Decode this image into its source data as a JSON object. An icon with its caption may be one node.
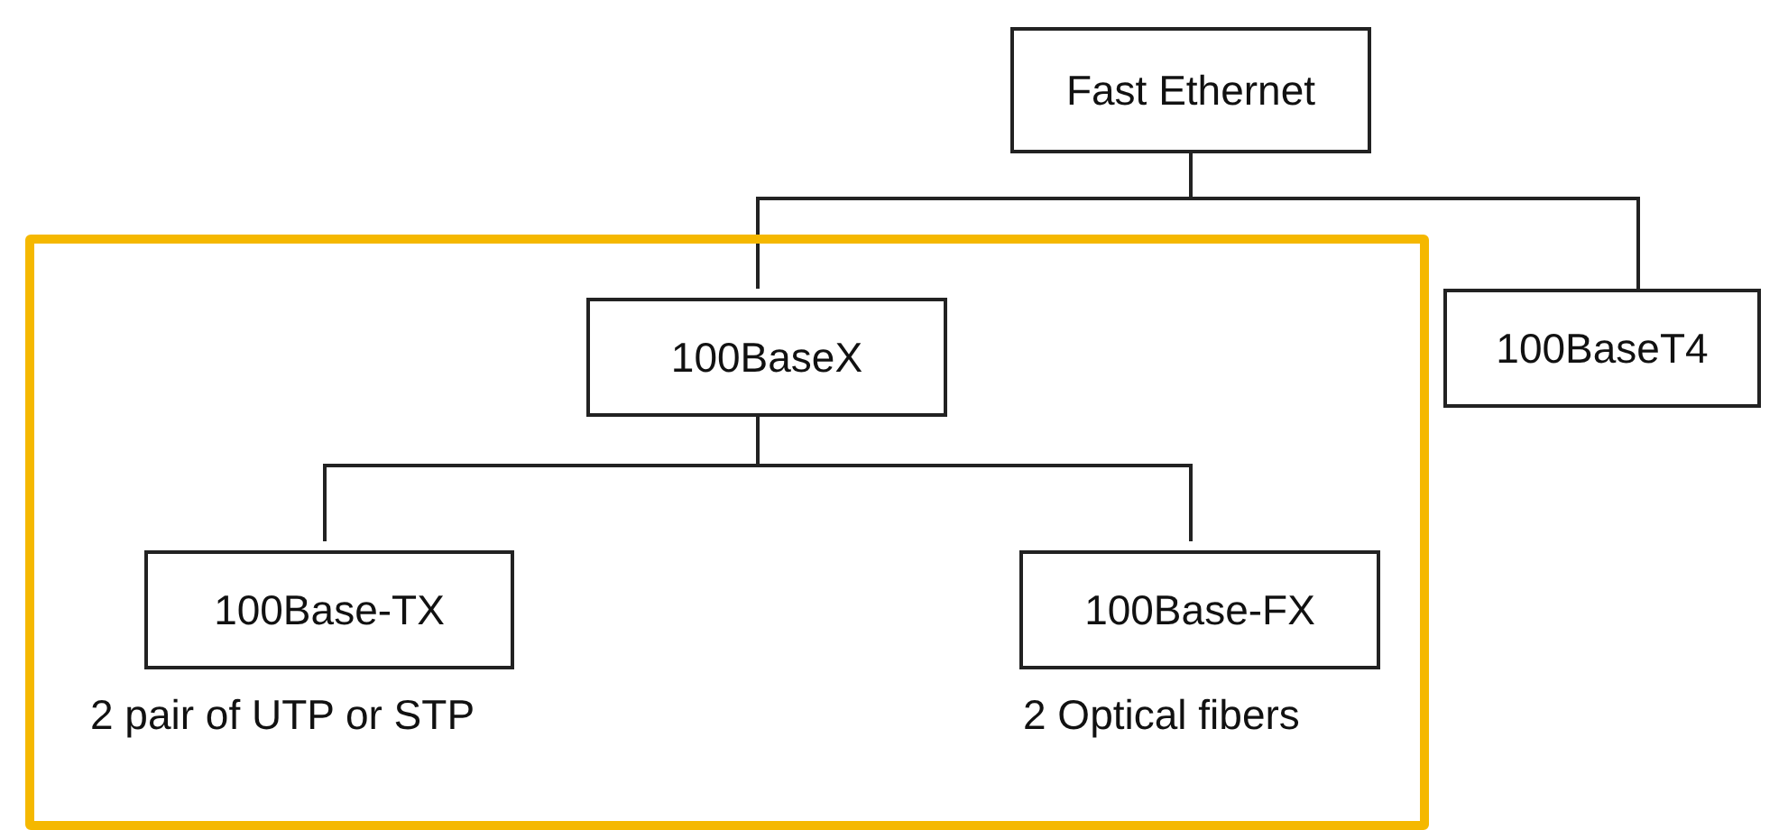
{
  "diagram": {
    "nodes": [
      {
        "text": [
          "Fast Ethernet"
        ]
      },
      {
        "text": [],
        "shape": "box"
      },
      {
        "text": [
          "100BaseX"
        ],
        "in": 1
      },
      {
        "text": [
          "100Base-TX"
        ],
        "in": 1,
        "beside": [
          "2 pair of UTP or STP"
        ]
      },
      {
        "text": [
          "100Base-FX"
        ],
        "in": 1,
        "beside": [
          "2 Optical fibers"
        ]
      },
      {
        "text": [
          "100BaseT4"
        ]
      }
    ],
    "edges": [
      {
        "from": 0,
        "to": 2,
        "arrow": "none"
      },
      {
        "from": 0,
        "to": 5,
        "arrow": "none"
      },
      {
        "from": 2,
        "to": 3,
        "arrow": "none"
      },
      {
        "from": 2,
        "to": 4,
        "arrow": "none"
      }
    ]
  }
}
